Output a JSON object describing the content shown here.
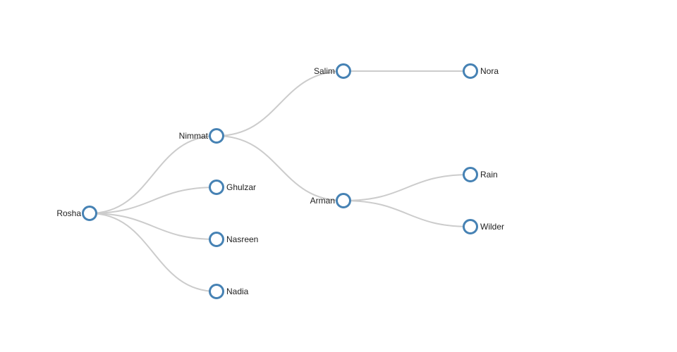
{
  "tree": {
    "name": "Rosha",
    "children": [
      {
        "name": "Nimmat",
        "children": [
          {
            "name": "Salim",
            "children": [
              {
                "name": "Nora"
              }
            ]
          },
          {
            "name": "Arman",
            "children": [
              {
                "name": "Rain"
              },
              {
                "name": "Wilder"
              }
            ]
          }
        ]
      },
      {
        "name": "Ghulzar"
      },
      {
        "name": "Nasreen"
      },
      {
        "name": "Nadia"
      }
    ]
  }
}
